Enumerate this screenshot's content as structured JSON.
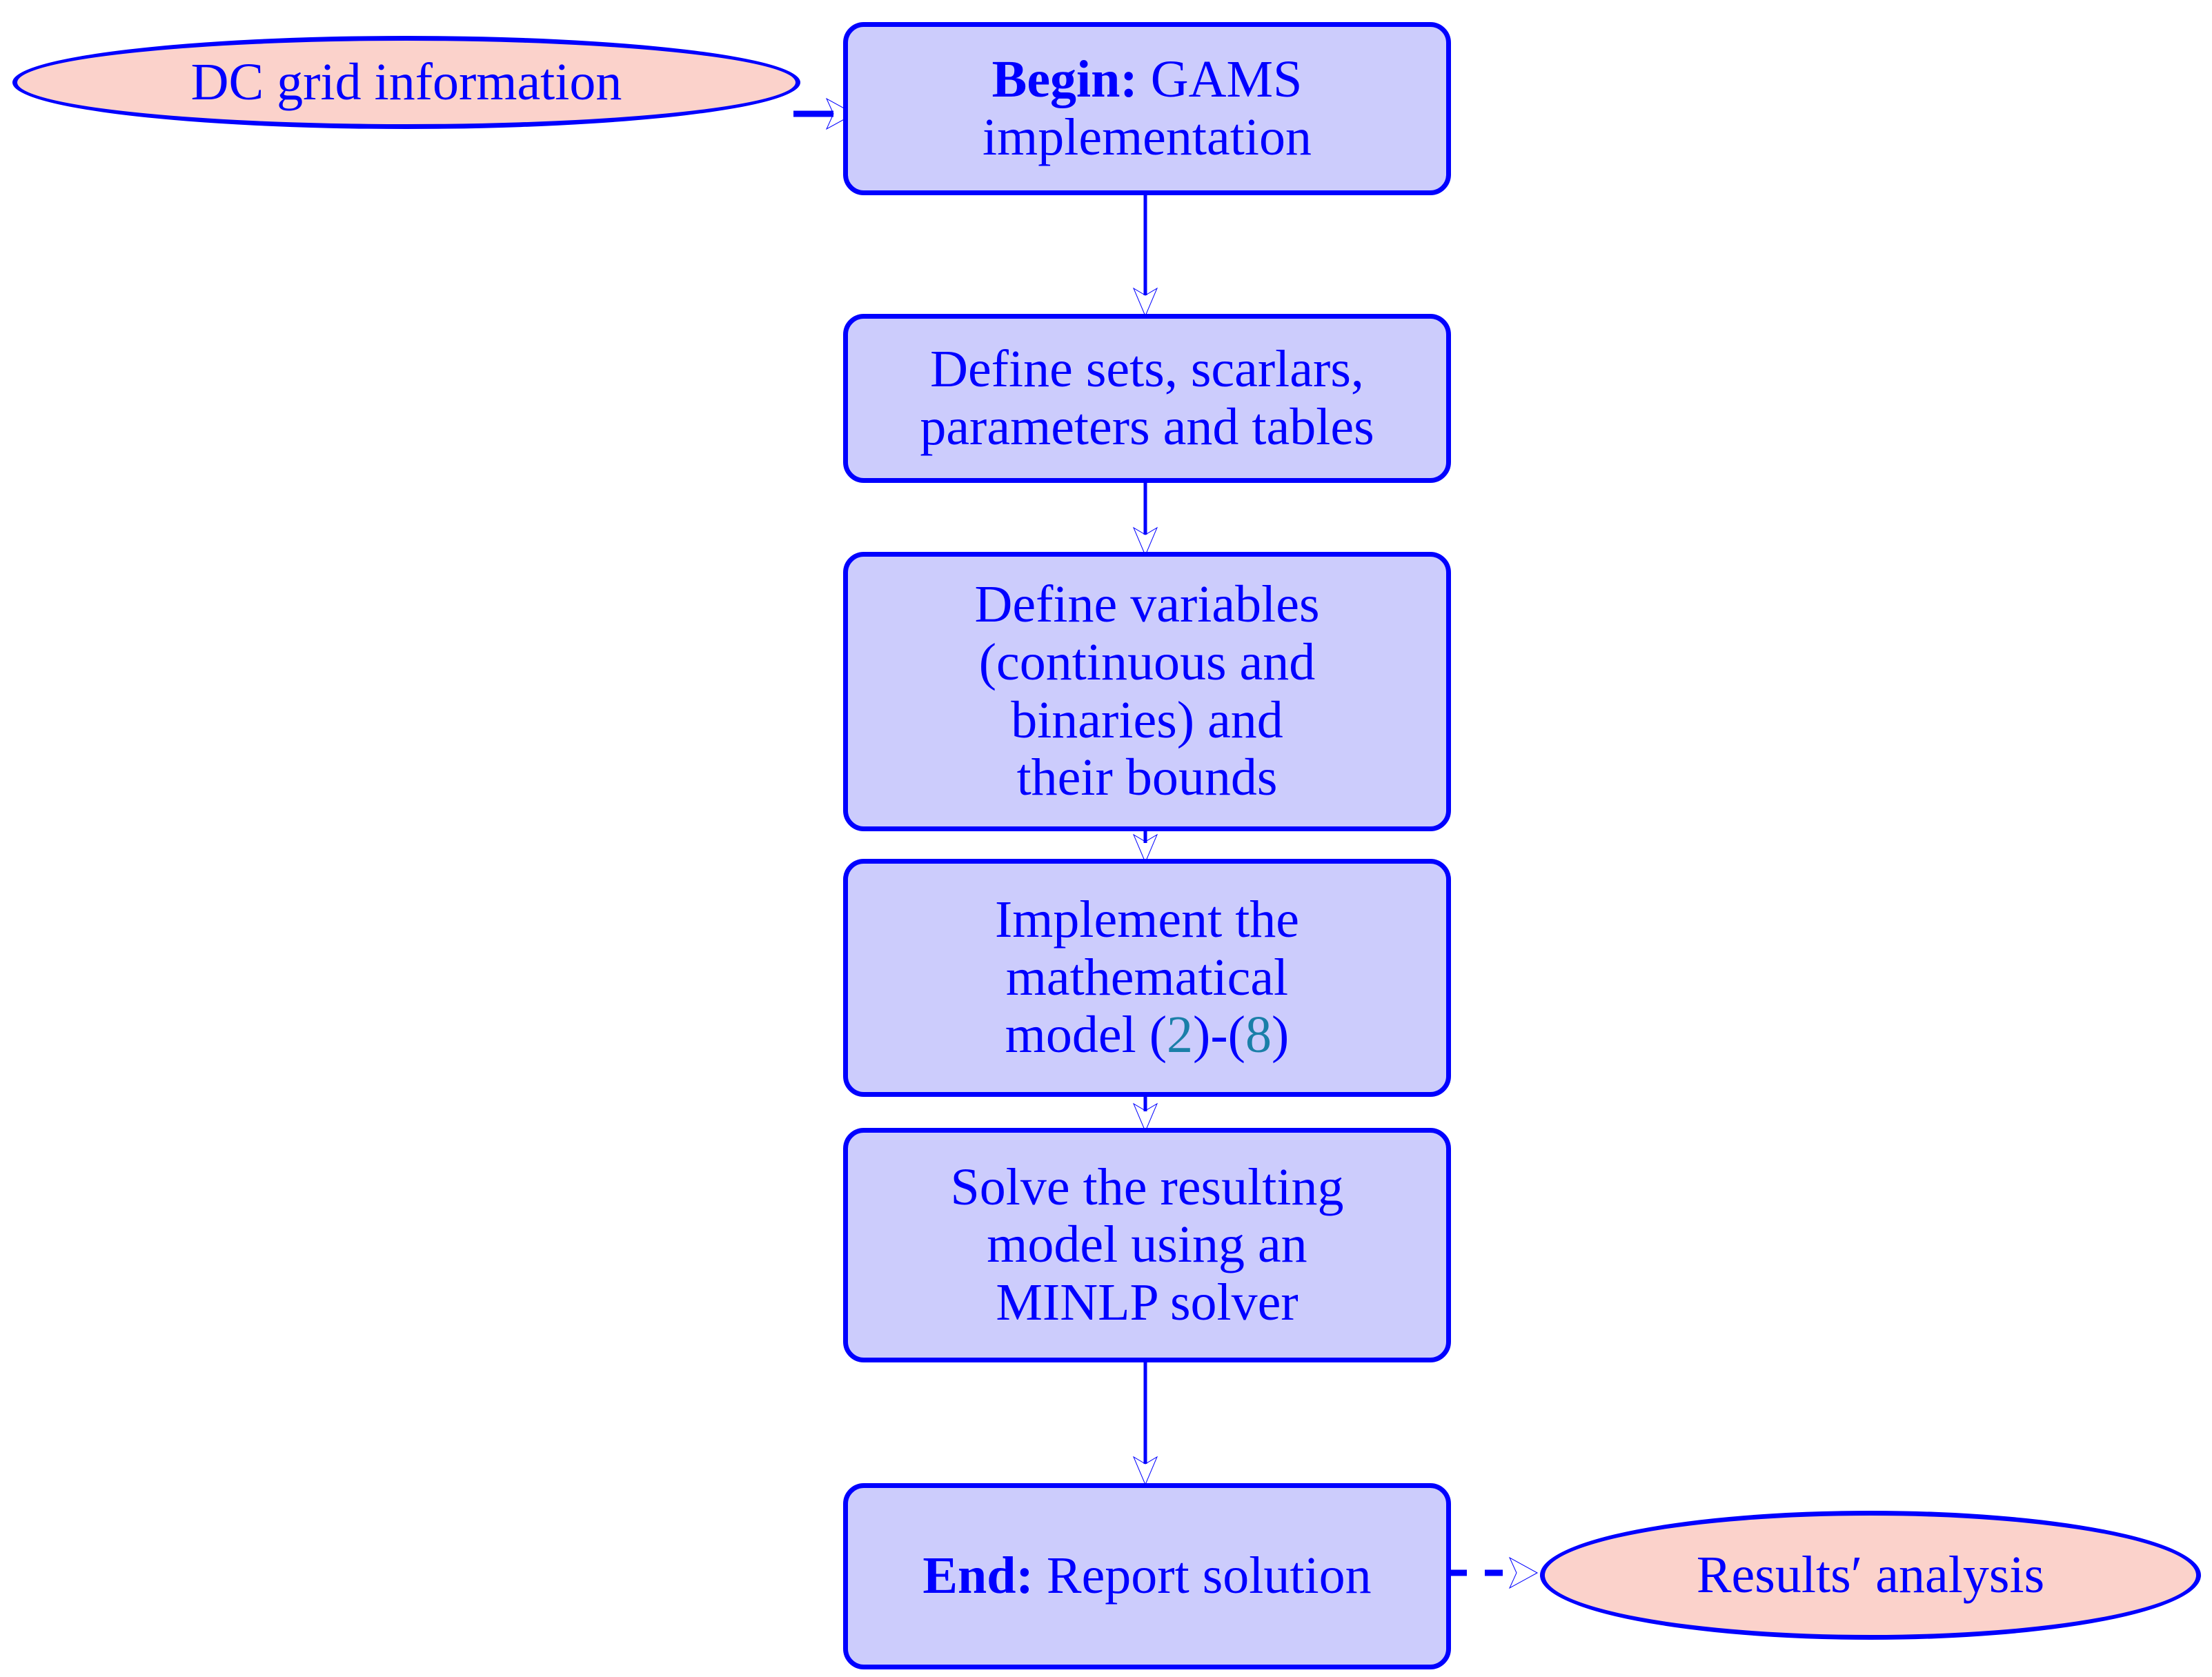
{
  "diagram": {
    "title": "GAMS implementation flowchart",
    "colors": {
      "process_fill": "#ccccfc",
      "terminal_fill": "#fbd2cb",
      "stroke": "#0000ff",
      "text": "#0000ff",
      "reference_link": "#1a7fa8",
      "background": "#ffffff"
    },
    "nodes": {
      "input_data": {
        "shape": "ellipse",
        "label": "DC grid information"
      },
      "begin": {
        "shape": "rounded-rectangle",
        "keyword": "Begin:",
        "line1_rest": " GAMS",
        "line2": "implementation"
      },
      "define_sets": {
        "shape": "rounded-rectangle",
        "line1": "Define sets, scarlars,",
        "line2": "parameters and tables"
      },
      "define_variables": {
        "shape": "rounded-rectangle",
        "line1": "Define variables",
        "line2": "(continuous and",
        "line3": "binaries) and",
        "line4": "their bounds"
      },
      "implement_model": {
        "shape": "rounded-rectangle",
        "line1": "Implement the",
        "line2": "mathematical",
        "line3_prefix": "model (",
        "ref_first": "2",
        "line3_mid": ")-(",
        "ref_last": "8",
        "line3_suffix": ")"
      },
      "solve_model": {
        "shape": "rounded-rectangle",
        "line1": "Solve the resulting",
        "line2": "model using an",
        "line3": "MINLP solver"
      },
      "end": {
        "shape": "rounded-rectangle",
        "keyword": "End:",
        "rest": " Report solution"
      },
      "results": {
        "shape": "ellipse",
        "label": "Results′ analysis"
      }
    },
    "edges": [
      {
        "name": "input-to-begin",
        "from": "input_data",
        "to": "begin",
        "style": "solid",
        "direction": "right"
      },
      {
        "name": "begin-to-define-sets",
        "from": "begin",
        "to": "define_sets",
        "style": "solid",
        "direction": "down"
      },
      {
        "name": "sets-to-variables",
        "from": "define_sets",
        "to": "define_variables",
        "style": "solid",
        "direction": "down"
      },
      {
        "name": "variables-to-model",
        "from": "define_variables",
        "to": "implement_model",
        "style": "solid",
        "direction": "down"
      },
      {
        "name": "model-to-solve",
        "from": "implement_model",
        "to": "solve_model",
        "style": "solid",
        "direction": "down"
      },
      {
        "name": "solve-to-end",
        "from": "solve_model",
        "to": "end",
        "style": "solid",
        "direction": "down"
      },
      {
        "name": "end-to-results",
        "from": "end",
        "to": "results",
        "style": "dashed",
        "direction": "right"
      }
    ]
  }
}
